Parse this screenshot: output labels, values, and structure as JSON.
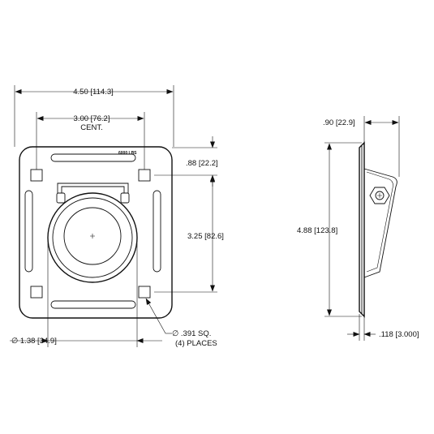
{
  "front_view": {
    "overall_width": {
      "inch": "4.50",
      "mm": "114.3"
    },
    "center_spacing": {
      "inch": "3.00",
      "mm": "76.2",
      "note": "CENT."
    },
    "rating_label": "6000 LBS",
    "top_offset": {
      "inch": ".88",
      "mm": "22.2"
    },
    "vertical_spacing": {
      "inch": "3.25",
      "mm": "82.6"
    },
    "ring_diameter": {
      "prefix": "∅",
      "inch": "1.38",
      "mm": "34.9"
    },
    "hole_callout": {
      "prefix": "∅",
      "inch": ".391 SQ.",
      "note": "(4) PLACES"
    }
  },
  "side_view": {
    "depth": {
      "inch": ".90",
      "mm": "22.9"
    },
    "height": {
      "inch": "4.88",
      "mm": "123.8"
    },
    "thickness": {
      "inch": ".118",
      "mm": "3.000"
    }
  },
  "colors": {
    "line": "#111111",
    "background": "#ffffff"
  }
}
